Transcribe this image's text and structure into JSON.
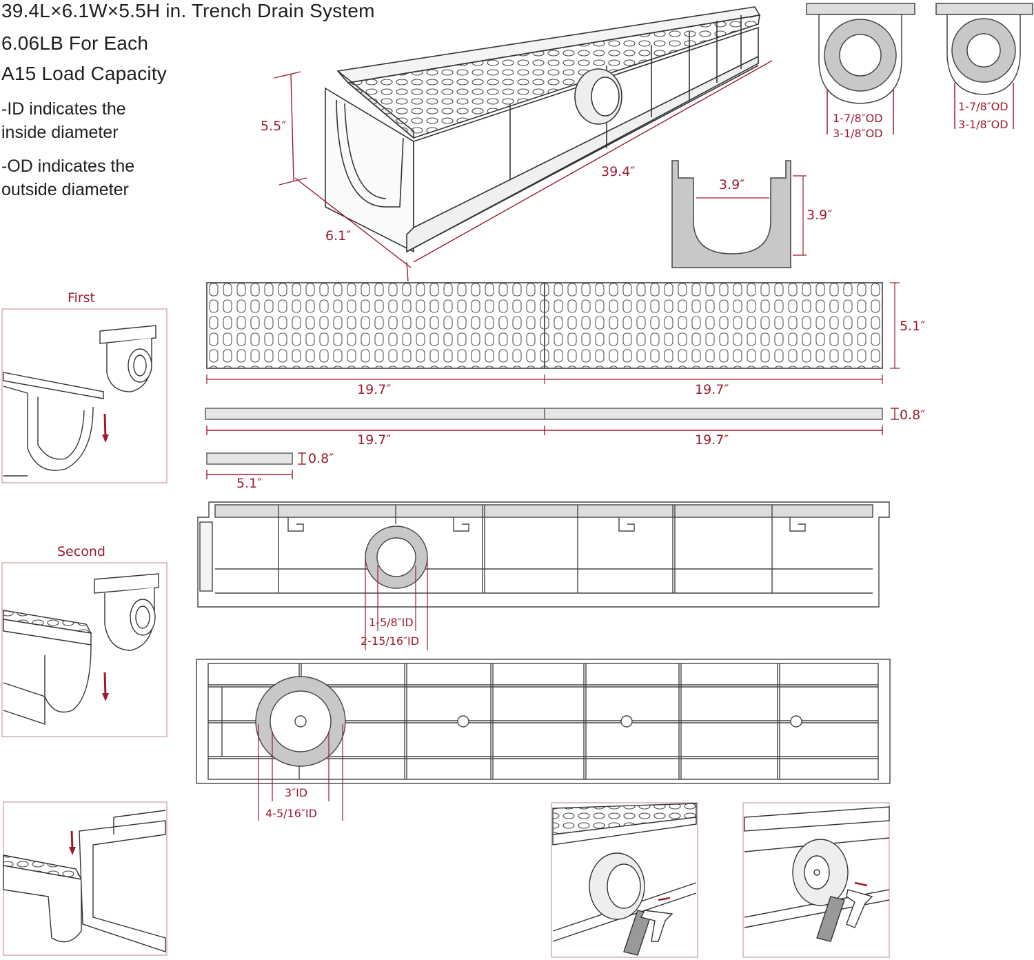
{
  "header": {
    "line1": "39.4L×6.1W×5.5H in. Trench Drain System",
    "line2": "6.06LB For Each",
    "line3": "A15 Load Capacity"
  },
  "notes": {
    "id_line1": "-ID indicates the",
    "id_line2": " inside diameter",
    "od_line1": "-OD indicates the",
    "od_line2": " outside diameter"
  },
  "colors": {
    "dimension": "#9b1c2c",
    "line": "#333333",
    "fill": "#c8c8c8"
  },
  "iso": {
    "height": "5.5″",
    "length": "39.4″",
    "width": "6.1″"
  },
  "end_caps": {
    "left": {
      "inner_od": "1-7/8″OD",
      "outer_od": "3-1/8″OD"
    },
    "right": {
      "inner_od": "1-7/8″OD",
      "outer_od": "3-1/8″OD"
    }
  },
  "section": {
    "width": "3.9″",
    "depth": "3.9″"
  },
  "grate": {
    "height": "5.1″",
    "left_len": "19.7″",
    "right_len": "19.7″",
    "side_thickness": "0.8″",
    "side_left_len": "19.7″",
    "side_right_len": "19.7″",
    "end_thickness": "0.8″",
    "end_width": "5.1″"
  },
  "side_view": {
    "outlet_id_small": "1-5/8″ID",
    "outlet_id_large": "2-15/16″ID"
  },
  "bottom_view": {
    "outlet_id_small": "3″ID",
    "outlet_id_large": "4-5/16″ID"
  },
  "steps": {
    "first": "First",
    "second": "Second"
  }
}
